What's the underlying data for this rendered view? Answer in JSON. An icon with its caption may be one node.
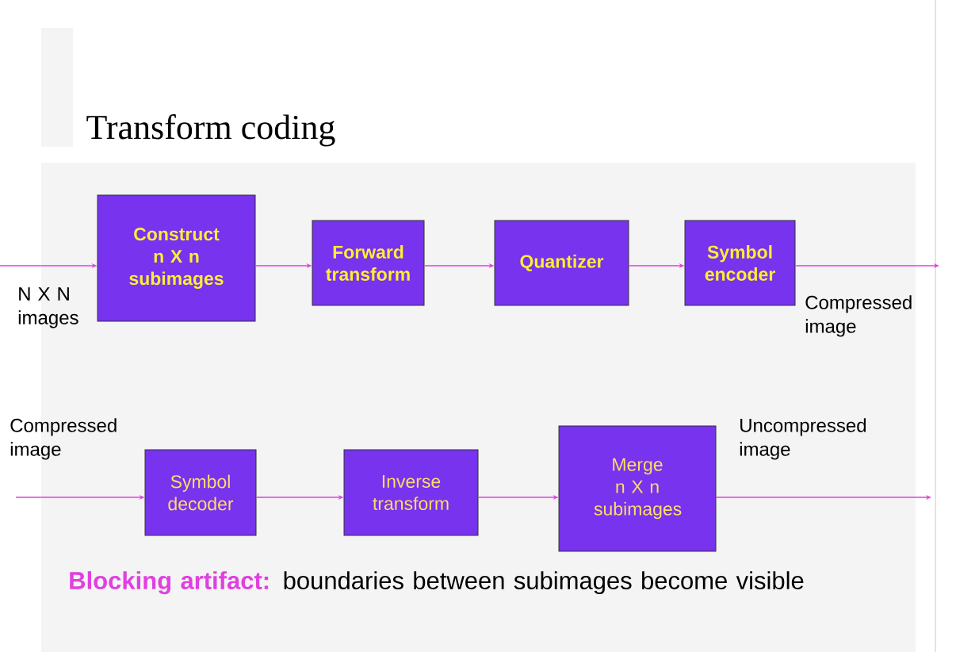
{
  "diagram": {
    "title": "Transform coding",
    "nodes": [
      {
        "text": [
          "Construct n X n subimages"
        ]
      },
      {
        "text": [
          "Forward transform"
        ]
      },
      {
        "text": [
          "Quantizer"
        ]
      },
      {
        "text": [
          "Symbol encoder"
        ]
      },
      {
        "text": [
          "Symbol decoder"
        ]
      },
      {
        "text": [
          "Inverse transform"
        ]
      },
      {
        "text": [
          "Merge n X n subimages"
        ]
      }
    ],
    "edges": [
      {
        "from": null,
        "to": 0,
        "arrow": "to",
        "label": "N X N images"
      },
      {
        "from": 0,
        "to": 1,
        "arrow": "to"
      },
      {
        "from": 1,
        "to": 2,
        "arrow": "to"
      },
      {
        "from": 2,
        "to": 3,
        "arrow": "to"
      },
      {
        "from": 3,
        "to": null,
        "arrow": "to",
        "label": "Compressed image"
      },
      {
        "from": null,
        "to": 4,
        "arrow": "to",
        "label": "Compressed image"
      },
      {
        "from": 4,
        "to": 5,
        "arrow": "to"
      },
      {
        "from": 5,
        "to": 6,
        "arrow": "to"
      },
      {
        "from": 6,
        "to": null,
        "arrow": "to",
        "label": "Uncompressed image"
      }
    ],
    "labels": [
      "Blocking artifact:",
      "boundaries between subimages become visible"
    ]
  }
}
